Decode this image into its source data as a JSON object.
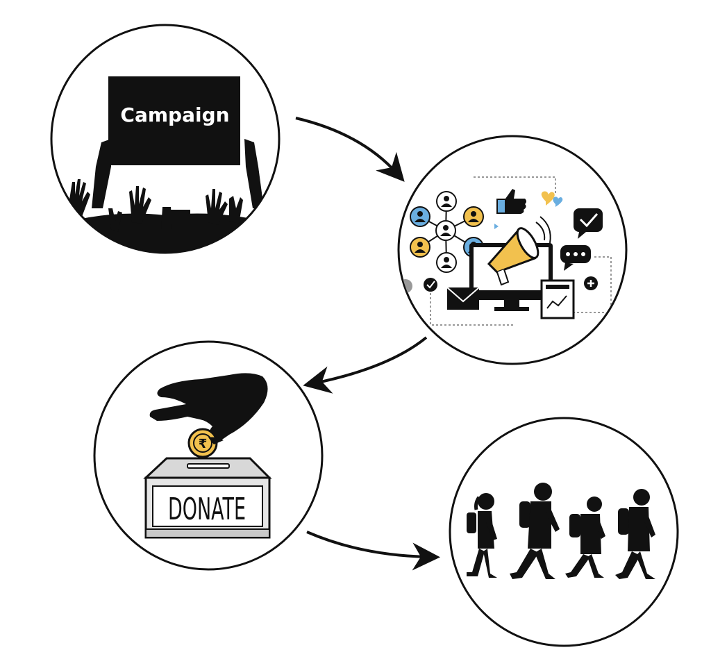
{
  "colors": {
    "ink": "#111111",
    "background": "#ffffff",
    "accent_gold": "#f2c14e",
    "accent_blue": "#6aaee0",
    "box_gray": "#d8d8d8"
  },
  "steps": [
    {
      "id": "campaign",
      "label": "Campaign",
      "icon": "protest-crowd-icon"
    },
    {
      "id": "digital-outreach",
      "label": "",
      "icon": "social-media-megaphone-icon"
    },
    {
      "id": "donation",
      "label": "DONATE",
      "icon": "donation-box-icon"
    },
    {
      "id": "education",
      "label": "",
      "icon": "school-children-icon"
    }
  ],
  "arrows": [
    {
      "from": "campaign",
      "to": "digital-outreach"
    },
    {
      "from": "digital-outreach",
      "to": "donation"
    },
    {
      "from": "donation",
      "to": "education"
    }
  ]
}
